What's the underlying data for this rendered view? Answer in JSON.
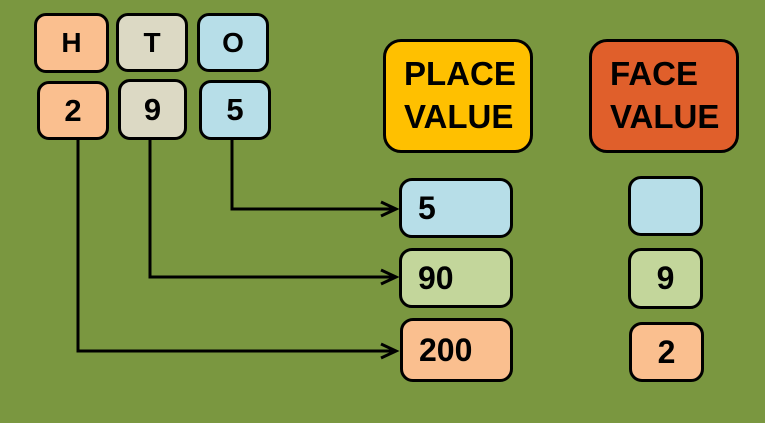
{
  "colors": {
    "background": "#7A9740",
    "outline": "#000000",
    "arrow": "#000000",
    "peach": "#FABF8F",
    "tan": "#DCD9C4",
    "blue": "#B7DEE8",
    "green": "#C3D69B",
    "gold": "#FFC000",
    "orange_red": "#E05F2B"
  },
  "hto_table": {
    "columns": [
      {
        "label": "H",
        "digit": "2"
      },
      {
        "label": "T",
        "digit": "9"
      },
      {
        "label": "O",
        "digit": "5"
      }
    ]
  },
  "headers": {
    "place_value": {
      "line1": "PLACE",
      "line2": "VALUE"
    },
    "face_value": {
      "line1": "FACE",
      "line2": "VALUE"
    }
  },
  "place_values": [
    {
      "value": "5"
    },
    {
      "value": "90"
    },
    {
      "value": "200"
    }
  ],
  "face_values": [
    {
      "value": ""
    },
    {
      "value": "9"
    },
    {
      "value": "2"
    }
  ]
}
